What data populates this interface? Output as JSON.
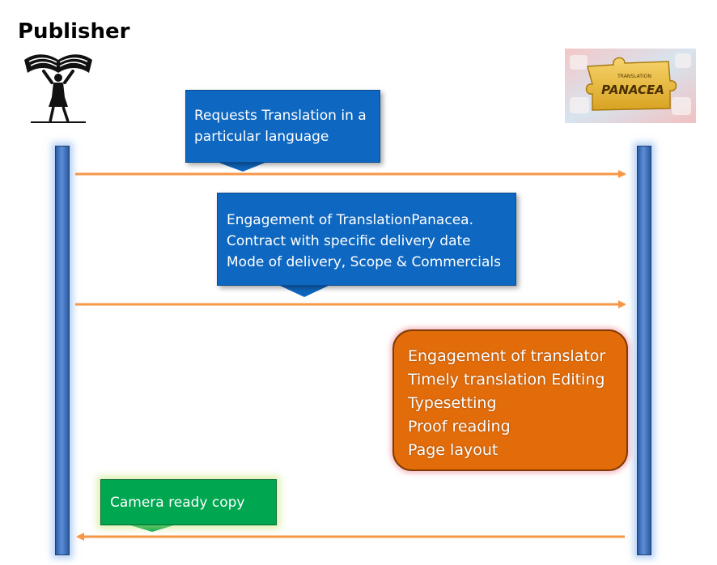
{
  "actors": {
    "publisher": {
      "label": "Publisher",
      "icon": "reader-holding-book-icon"
    },
    "provider": {
      "logo_text_top": "TRANSLATION",
      "logo_text_main": "PANACEA",
      "icon": "puzzle-logo-icon"
    }
  },
  "messages": [
    {
      "id": "m1",
      "direction": "publisher-to-provider",
      "color": "#0e67c0",
      "lines": [
        "Requests Translation in a",
        "particular language"
      ]
    },
    {
      "id": "m2",
      "direction": "publisher-to-provider",
      "color": "#0e67c0",
      "lines": [
        "Engagement of TranslationPanacea.",
        "Contract with specific delivery date",
        "Mode of delivery, Scope & Commercials"
      ]
    },
    {
      "id": "m3",
      "direction": "provider-internal",
      "color": "#e36c0a",
      "lines": [
        "Engagement of translator",
        "Timely translation Editing",
        "Typesetting",
        "Proof reading",
        "Page layout"
      ]
    },
    {
      "id": "m4",
      "direction": "provider-to-publisher",
      "color": "#00a650",
      "lines": [
        "Camera ready copy"
      ]
    }
  ],
  "colors": {
    "arrow": "#f79646",
    "lifeline": "#3b6fbf"
  }
}
